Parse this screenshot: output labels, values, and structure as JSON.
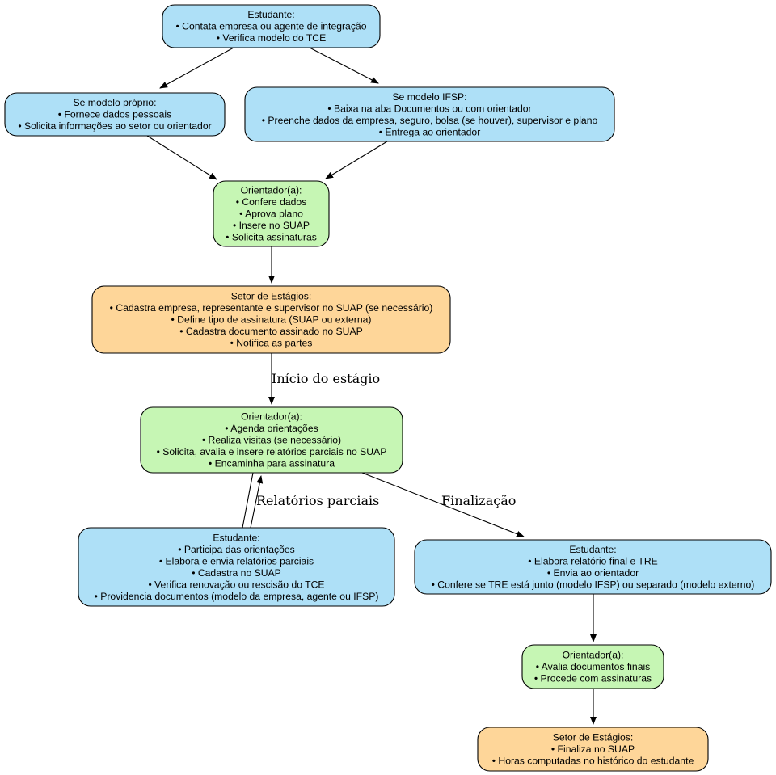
{
  "colors": {
    "student": "#aee0f7",
    "advisor": "#c6f6b4",
    "sector": "#fed699",
    "stroke": "#000000"
  },
  "nodes": {
    "n1": {
      "role": "student",
      "lines": [
        "Estudante:",
        "• Contata empresa ou agente de integração",
        "• Verifica modelo do TCE"
      ]
    },
    "n2": {
      "role": "student",
      "lines": [
        "Se modelo próprio:",
        "• Fornece dados pessoais",
        "• Solicita informações ao setor ou orientador"
      ]
    },
    "n3": {
      "role": "student",
      "lines": [
        "Se modelo IFSP:",
        "• Baixa na aba Documentos ou com orientador",
        "• Preenche dados da empresa, seguro, bolsa (se houver), supervisor e plano",
        "• Entrega ao orientador"
      ]
    },
    "n4": {
      "role": "advisor",
      "lines": [
        "Orientador(a):",
        "• Confere dados",
        "• Aprova plano",
        "• Insere no SUAP",
        "• Solicita assinaturas"
      ]
    },
    "n5": {
      "role": "sector",
      "lines": [
        "Setor de Estágios:",
        "• Cadastra empresa, representante e supervisor no SUAP (se necessário)",
        "• Define tipo de assinatura (SUAP ou externa)",
        "• Cadastra documento assinado no SUAP",
        "• Notifica as partes"
      ]
    },
    "n6": {
      "role": "advisor",
      "lines": [
        "Orientador(a):",
        "• Agenda orientações",
        "• Realiza visitas (se necessário)",
        "• Solicita, avalia e insere relatórios parciais no SUAP",
        "• Encaminha para assinatura"
      ]
    },
    "n7": {
      "role": "student",
      "lines": [
        "Estudante:",
        "• Participa das orientações",
        "• Elabora e envia relatórios parciais",
        "• Cadastra no SUAP",
        "• Verifica renovação ou rescisão do TCE",
        "• Providencia documentos (modelo da empresa, agente ou IFSP)"
      ]
    },
    "n8": {
      "role": "student",
      "lines": [
        "Estudante:",
        "• Elabora relatório final e TRE",
        "• Envia ao orientador",
        "• Confere se TRE está junto (modelo IFSP) ou separado (modelo externo)"
      ]
    },
    "n9": {
      "role": "advisor",
      "lines": [
        "Orientador(a):",
        "• Avalia documentos finais",
        "• Procede com assinaturas"
      ]
    },
    "n10": {
      "role": "sector",
      "lines": [
        "Setor de Estágios:",
        "• Finaliza no SUAP",
        "• Horas computadas no histórico do estudante"
      ]
    }
  },
  "edges": [
    {
      "from": "n1",
      "to": "n2",
      "label": ""
    },
    {
      "from": "n1",
      "to": "n3",
      "label": ""
    },
    {
      "from": "n2",
      "to": "n4",
      "label": ""
    },
    {
      "from": "n3",
      "to": "n4",
      "label": ""
    },
    {
      "from": "n4",
      "to": "n5",
      "label": ""
    },
    {
      "from": "n5",
      "to": "n6",
      "label": "Início do estágio"
    },
    {
      "from": "n6",
      "to": "n7",
      "label": ""
    },
    {
      "from": "n7",
      "to": "n6",
      "label": "Relatórios parciais"
    },
    {
      "from": "n6",
      "to": "n8",
      "label": "Finalização"
    },
    {
      "from": "n8",
      "to": "n9",
      "label": ""
    },
    {
      "from": "n9",
      "to": "n10",
      "label": ""
    }
  ]
}
